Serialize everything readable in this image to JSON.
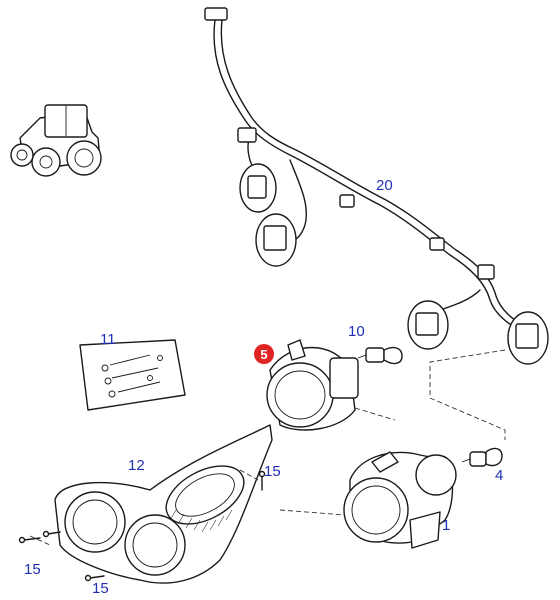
{
  "diagram": {
    "highlight_badge": {
      "label": "5",
      "color": "#e02424"
    },
    "callout_color": "#1f2fb0",
    "callouts": [
      {
        "id": "20",
        "label": "20"
      },
      {
        "id": "11",
        "label": "11"
      },
      {
        "id": "10",
        "label": "10"
      },
      {
        "id": "12",
        "label": "12"
      },
      {
        "id": "15a",
        "label": "15"
      },
      {
        "id": "4",
        "label": "4"
      },
      {
        "id": "1",
        "label": "1"
      },
      {
        "id": "15b",
        "label": "15"
      },
      {
        "id": "15c",
        "label": "15"
      }
    ]
  }
}
